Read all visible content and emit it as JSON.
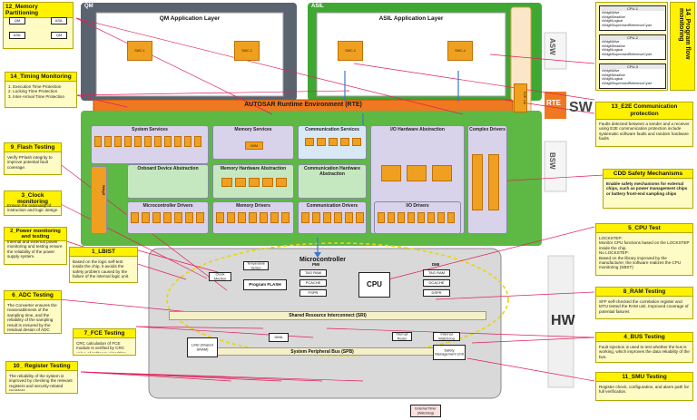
{
  "colors": {
    "qm": "#5a6470",
    "asil": "#3ea832",
    "rte": "#f07820",
    "bsw": "#5db844",
    "hw": "#d9d9d9",
    "callout_bg": "#fffbc4",
    "callout_title": "#fff200",
    "module": "#f0a020",
    "line": "#e0205a",
    "link_blue": "#3a78c8"
  },
  "layers": {
    "qm": "QM",
    "qm_app": "QM Application Layer",
    "asil": "ASIL",
    "asil_app": "ASIL Application Layer",
    "rte": "AUTOSAR Runtime Environment (RTE)",
    "side_asw": "ASW",
    "side_rte": "RTE",
    "side_bsw": "BSW",
    "side_sw": "SW",
    "side_hw": "HW"
  },
  "swcs": [
    "SWC-1",
    "SWC-2",
    "SWC-3",
    "SWC-4"
  ],
  "bsw": {
    "system_services": "System Services",
    "memory_services": "Memory Services",
    "communication_services": "Communication Services",
    "io_hw_abstraction": "I/O Hardware Abstraction",
    "complex_drivers": "Complex Drivers",
    "onboard_device_abstraction": "Onboard Device Abstraction",
    "memory_hw_abstraction": "Memory Hardware Abstraction",
    "comm_hw_abstraction": "Communication Hardware Abstraction",
    "microcontroller_drivers": "Microcontroller Drivers",
    "memory_drivers": "Memory Drivers",
    "communication_drivers": "Communication Drivers",
    "io_drivers": "I/O Drivers",
    "e2e_lib": "E2E Lib",
    "wdgif": "WdgIf",
    "nvm": "NVM"
  },
  "hw": {
    "microcontroller": "Microcontroller",
    "program_flash": "Program FLASH",
    "cpu": "CPU",
    "pmi": "PMI",
    "dmi": "DMI",
    "tag_ram": "TAG RAM",
    "pcache": "PCACHE",
    "pspr": "PSPR",
    "dcache": "DCACHE",
    "dspr": "DSPR",
    "sri": "Shared Resource Interconnect (SRI)",
    "spb": "System Peripheral Bus (SPB)",
    "lmu": "LMU (Shared SRAM)",
    "clock_monitor": "Clock Monitor",
    "temperature_sensor": "Temperature Sensor",
    "smu": "Safety Management Unit",
    "watchdog": "Internal Watchdog",
    "dma": "DMA",
    "interrupt_router": "Interrupt Router",
    "external_timer": "External Timer (Watchdog)"
  },
  "callouts": {
    "memory_partitioning": {
      "title": "12_Memory Partitioning",
      "items": [
        "QM",
        "ASIL",
        "ASIL",
        "QM"
      ]
    },
    "timing_monitoring": {
      "title": "14_Timing Monitoring",
      "text": "1. Execution Time Protection\n2. Locking Time Protection\n3. Inter-Arrival Time Protection"
    },
    "flash_testing": {
      "title": "9_Flash Testing",
      "text": "Verify PFlash integrity to improve potential fault coverage."
    },
    "clock_monitoring": {
      "title": "3_Clock monitoring",
      "text": "Ensure the rationality of instruction and logic design"
    },
    "power_monitoring": {
      "title": "2_Power monitoring and testing",
      "text": "Internal and external power monitoring and testing ensure the reliability of the power supply system."
    },
    "lbist": {
      "title": "1_LBIST",
      "text": "Based on the logic self-test inside the chip, it avoids the safety problem caused by the failure of the internal logic unit."
    },
    "adc_testing": {
      "title": "6_ADC Testing",
      "text": "The Converter ensures the reasonableness of the sampling time, and the reliability of the sampling result is ensured by the residual design of ADC sampling."
    },
    "fce_testing": {
      "title": "7_FCE Testing",
      "text": "CRC calculation of FCE module is verified by CRC value of software algorithm."
    },
    "register_testing": {
      "title": "10_ Register Testing",
      "text": "The reliability of the system is improved by checking the relevant registers and security-related registers."
    },
    "program_flow": {
      "title": "14_Program flow monitoring",
      "cpus": [
        "CPU-1",
        "CPU-2",
        "CPU-3"
      ],
      "cpu_lines": "•WdgMAlive\n•WdgMDeadline\n•WdgMLogical\n•WdgMSupervisedReferenceCycle"
    },
    "e2e": {
      "title": "13_E2E Communication protection",
      "text": "Faults detected between a sender and a receiver using E2E communication protection include systematic software faults and random hardware faults"
    },
    "cdd": {
      "title": "CDD Safety Mechanisms",
      "text": "Enable safety mechanisms for external chips, such as power management chips or battery front-end sampling chips"
    },
    "cpu_test": {
      "title": "5_CPU Test",
      "text": "LOCKSTEP:\nMonitor CPU functions based on the LOCKSTEP inside the chip.\nNo LOCKSTEP:\nBased on the library improved by the manufacturer, the software realizes the CPU monitoring (SBST)"
    },
    "ram_testing": {
      "title": "8_RAM Testing",
      "text": "SFF self-checked the correlation register and MTU tested the RAM unit. Improved coverage of potential failures"
    },
    "bus_testing": {
      "title": "4_BUS Testing",
      "text": "Fault injection is used to test whether the bus is working, which improves the data reliability of the bus."
    },
    "smu_testing": {
      "title": "11_SMU Testing",
      "text": "Register check, configuration, and alarm path for full verification."
    }
  }
}
